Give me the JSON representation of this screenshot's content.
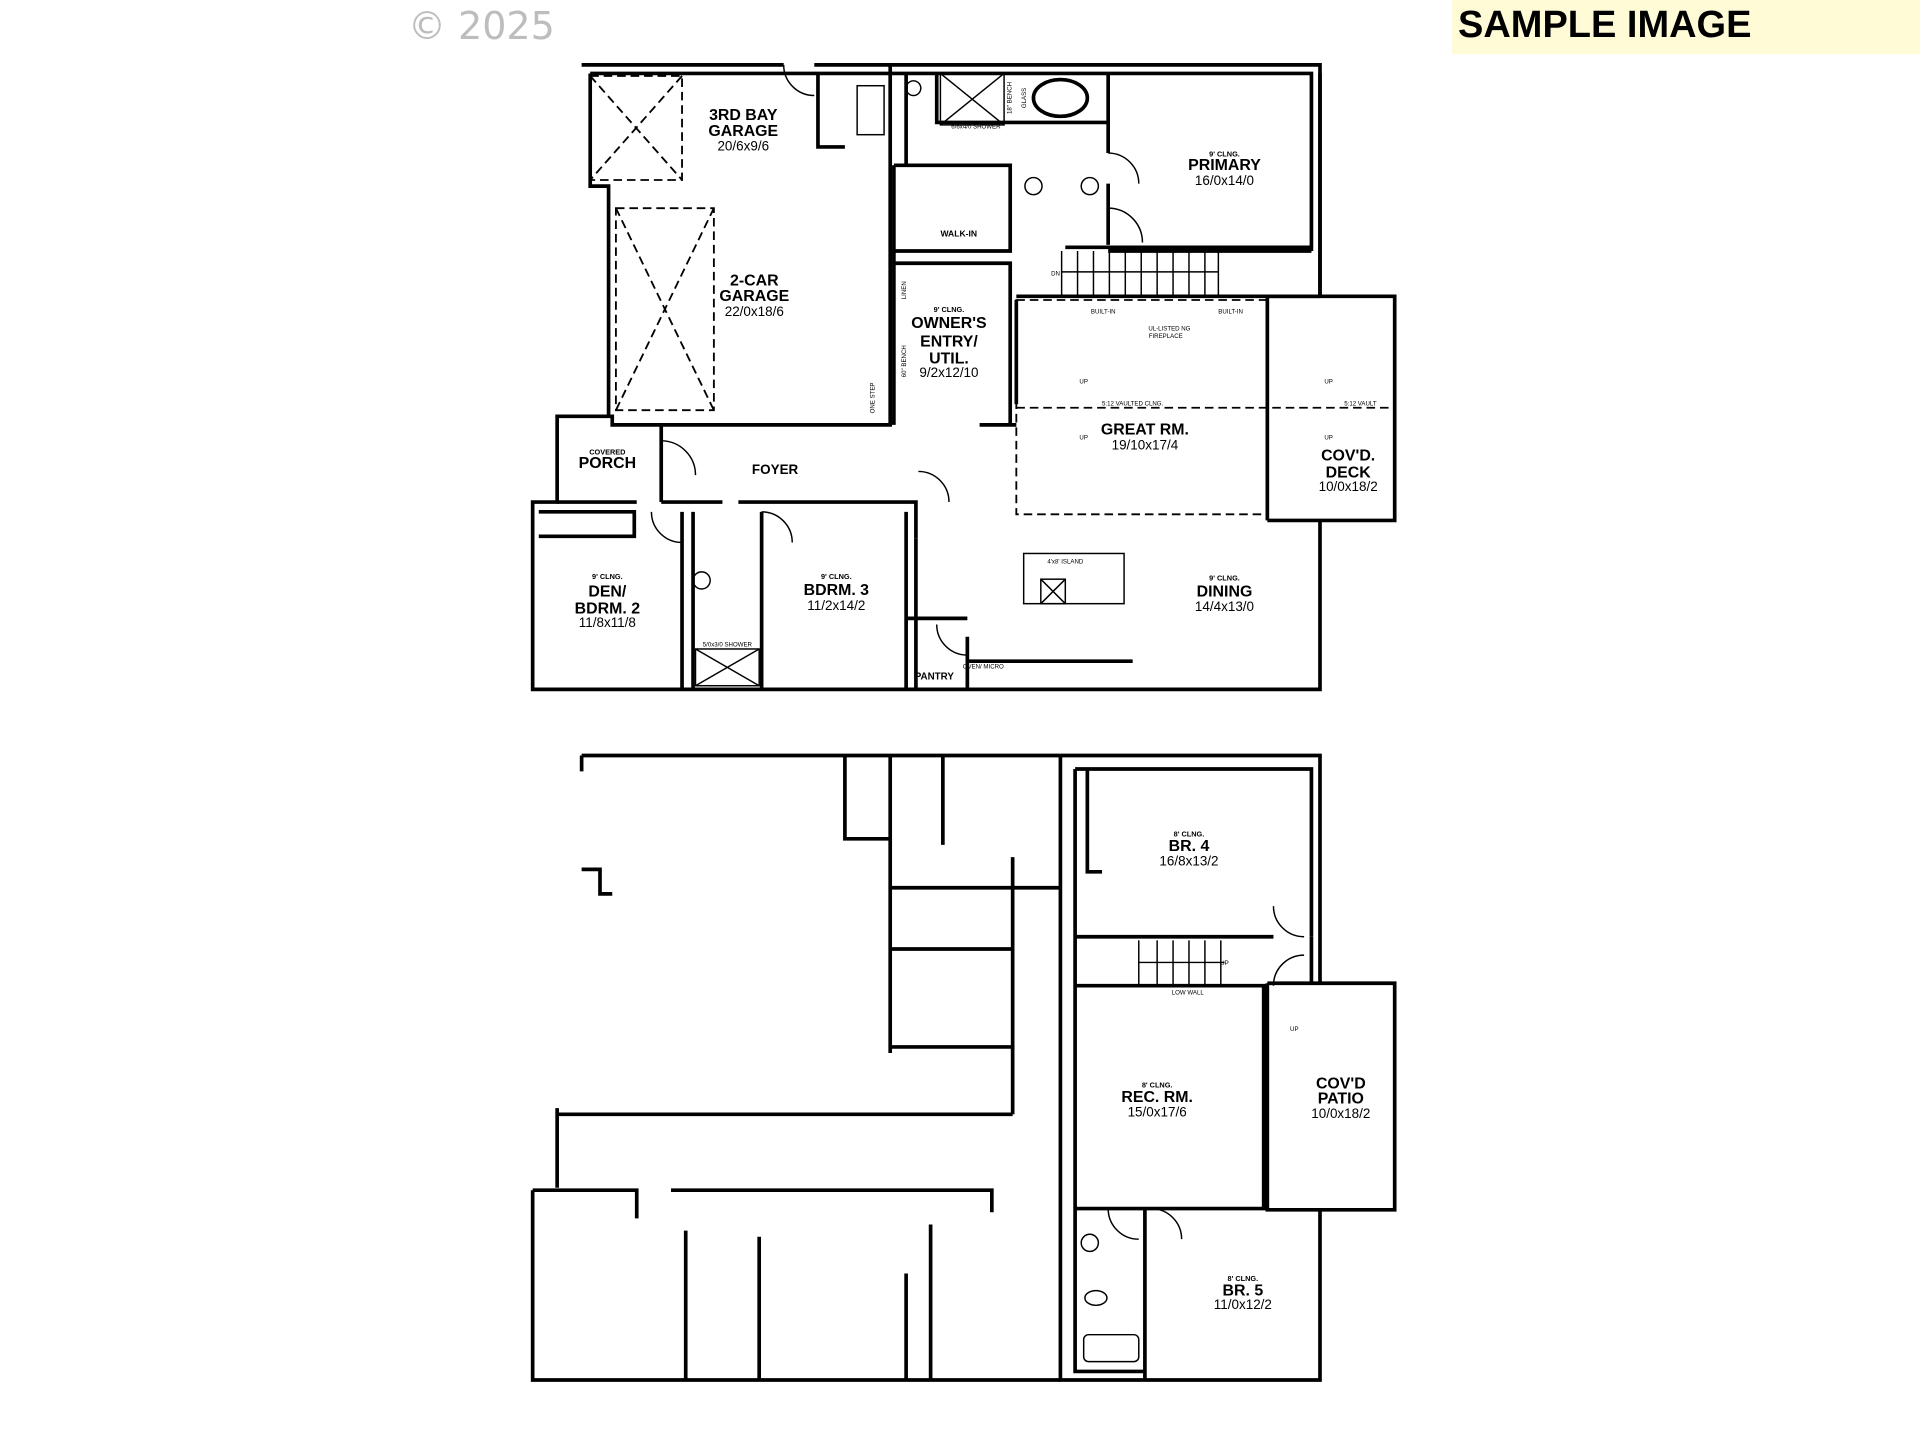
{
  "header": {
    "copyright": "© 2025",
    "watermark": "SAMPLE IMAGE",
    "watermark_bg": "#fffbd6"
  },
  "main_floor": {
    "rooms": [
      {
        "id": "third-bay",
        "ceiling": "",
        "name": [
          "3RD BAY",
          "GARAGE"
        ],
        "dims": "20/6x9/6"
      },
      {
        "id": "two-car",
        "ceiling": "",
        "name": [
          "2-CAR",
          "GARAGE"
        ],
        "dims": "22/0x18/6"
      },
      {
        "id": "primary",
        "ceiling": "9' CLNG.",
        "name": [
          "PRIMARY"
        ],
        "dims": "16/0x14/0"
      },
      {
        "id": "walk-in",
        "ceiling": "",
        "name": [
          "WALK-IN"
        ],
        "dims": ""
      },
      {
        "id": "owners-entry",
        "ceiling": "9' CLNG.",
        "name": [
          "OWNER'S",
          "ENTRY/",
          "UTIL."
        ],
        "dims": "9/2x12/10"
      },
      {
        "id": "great-rm",
        "ceiling": "",
        "name": [
          "GREAT RM."
        ],
        "dims": "19/10x17/4"
      },
      {
        "id": "covd-deck",
        "ceiling": "",
        "name": [
          "COV'D.",
          "DECK"
        ],
        "dims": "10/0x18/2"
      },
      {
        "id": "porch",
        "ceiling": "COVERED",
        "name": [
          "PORCH"
        ],
        "dims": ""
      },
      {
        "id": "foyer",
        "ceiling": "",
        "name": [
          "FOYER"
        ],
        "dims": ""
      },
      {
        "id": "den",
        "ceiling": "9' CLNG.",
        "name": [
          "DEN/",
          "BDRM. 2"
        ],
        "dims": "11/8x11/8"
      },
      {
        "id": "bdrm3",
        "ceiling": "9' CLNG.",
        "name": [
          "BDRM. 3"
        ],
        "dims": "11/2x14/2"
      },
      {
        "id": "dining",
        "ceiling": "9' CLNG.",
        "name": [
          "DINING"
        ],
        "dims": "14/4x13/0"
      },
      {
        "id": "pantry",
        "ceiling": "",
        "name": [
          "PANTRY"
        ],
        "dims": ""
      }
    ],
    "notes": [
      "6/6x4/0 SHOWER",
      "18\" BENCH",
      "GLASS",
      "LINEN",
      "60\" BENCH",
      "ONE STEP",
      "DN",
      "BUILT-IN",
      "BUILT-IN",
      "UL-LISTED NG",
      "FIREPLACE",
      "5:12 VAULTED CLNG.",
      "5:12 VAULT",
      "UP",
      "UP",
      "UP",
      "UP",
      "4'x8' ISLAND",
      "5/0x3/0 SHOWER",
      "OVEN/ MICRO"
    ]
  },
  "lower_floor": {
    "rooms": [
      {
        "id": "br4",
        "ceiling": "8' CLNG.",
        "name": [
          "BR. 4"
        ],
        "dims": "16/8x13/2"
      },
      {
        "id": "rec-rm",
        "ceiling": "8' CLNG.",
        "name": [
          "REC. RM."
        ],
        "dims": "15/0x17/6"
      },
      {
        "id": "covd-patio",
        "ceiling": "",
        "name": [
          "COV'D",
          "PATIO"
        ],
        "dims": "10/0x18/2"
      },
      {
        "id": "br5",
        "ceiling": "8' CLNG.",
        "name": [
          "BR. 5"
        ],
        "dims": "11/0x12/2"
      }
    ],
    "notes": [
      "LOW WALL",
      "UP",
      "UP"
    ]
  }
}
